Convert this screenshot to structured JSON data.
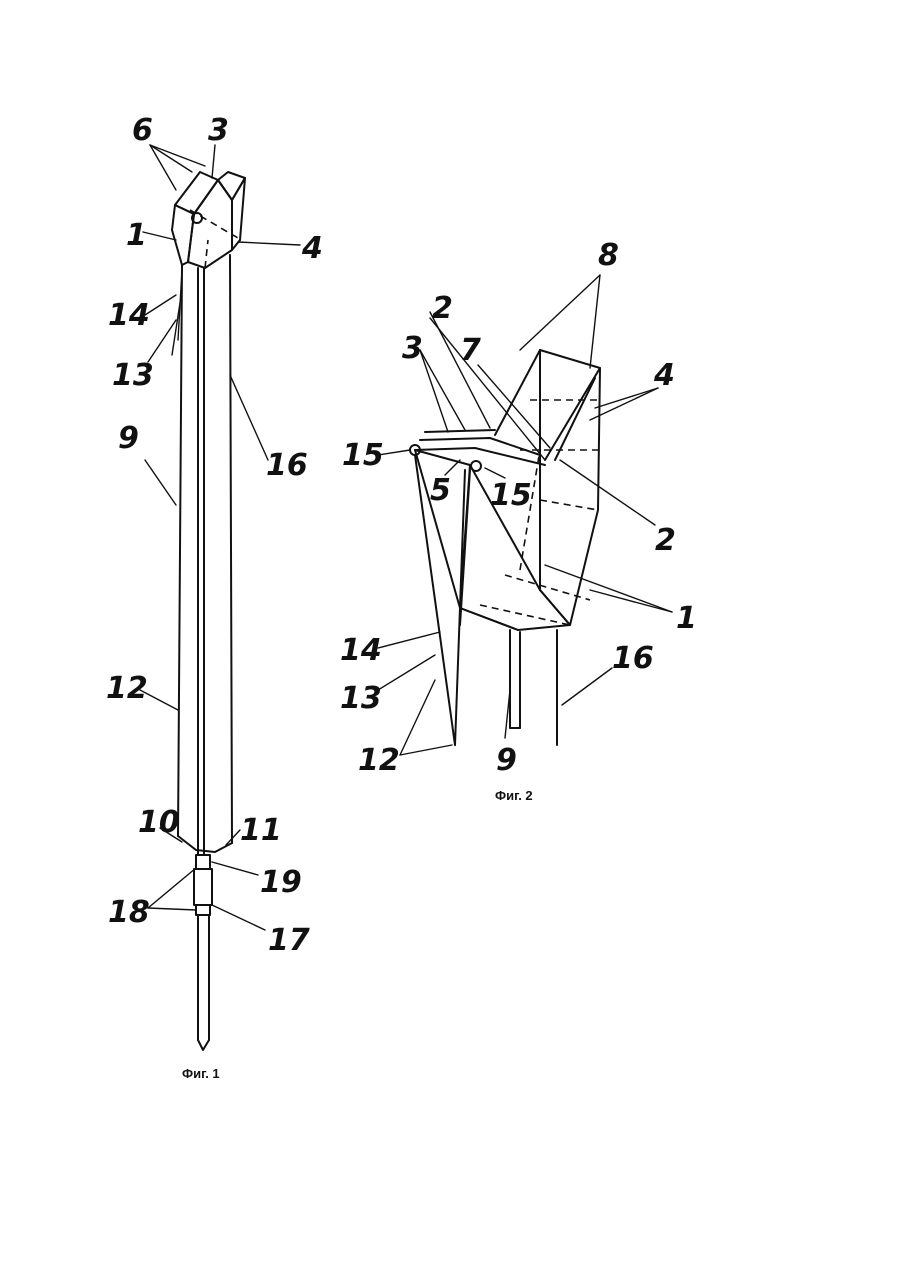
{
  "figures": [
    {
      "caption": "Фиг. 1",
      "labels": [
        "6",
        "3",
        "1",
        "4",
        "14",
        "13",
        "9",
        "16",
        "12",
        "10",
        "11",
        "19",
        "18",
        "17"
      ]
    },
    {
      "caption": "Фиг. 2",
      "labels": [
        "8",
        "2",
        "3",
        "7",
        "4",
        "15",
        "5",
        "15",
        "2",
        "1",
        "14",
        "13",
        "16",
        "12",
        "9"
      ]
    }
  ]
}
